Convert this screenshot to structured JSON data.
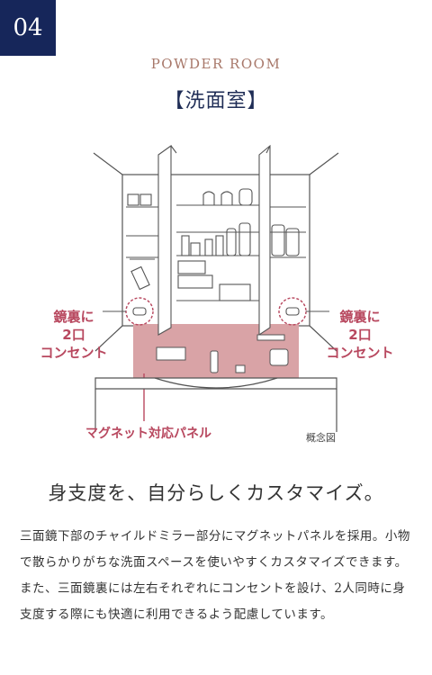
{
  "badge": {
    "number": "04"
  },
  "section": {
    "title_en": "POWDER ROOM",
    "title_ja": "【洗面室】"
  },
  "illustration": {
    "callout_left": [
      "鏡裏に",
      "2口",
      "コンセント"
    ],
    "callout_right": [
      "鏡裏に",
      "2口",
      "コンセント"
    ],
    "callout_panel": "マグネット対応パネル",
    "note": "概念図",
    "colors": {
      "panel": "#d9a3a6",
      "accent": "#b8485f",
      "line": "#555555"
    }
  },
  "headline": "身支度を、自分らしくカスタマイズ。",
  "body": "三面鏡下部のチャイルドミラー部分にマグネットパネルを採用。小物で散らかりがちな洗面スペースを使いやすくカスタマイズできます。また、三面鏡裏には左右それぞれにコンセントを設け、2人同時に身支度する際にも快適に利用できるよう配慮しています。"
}
